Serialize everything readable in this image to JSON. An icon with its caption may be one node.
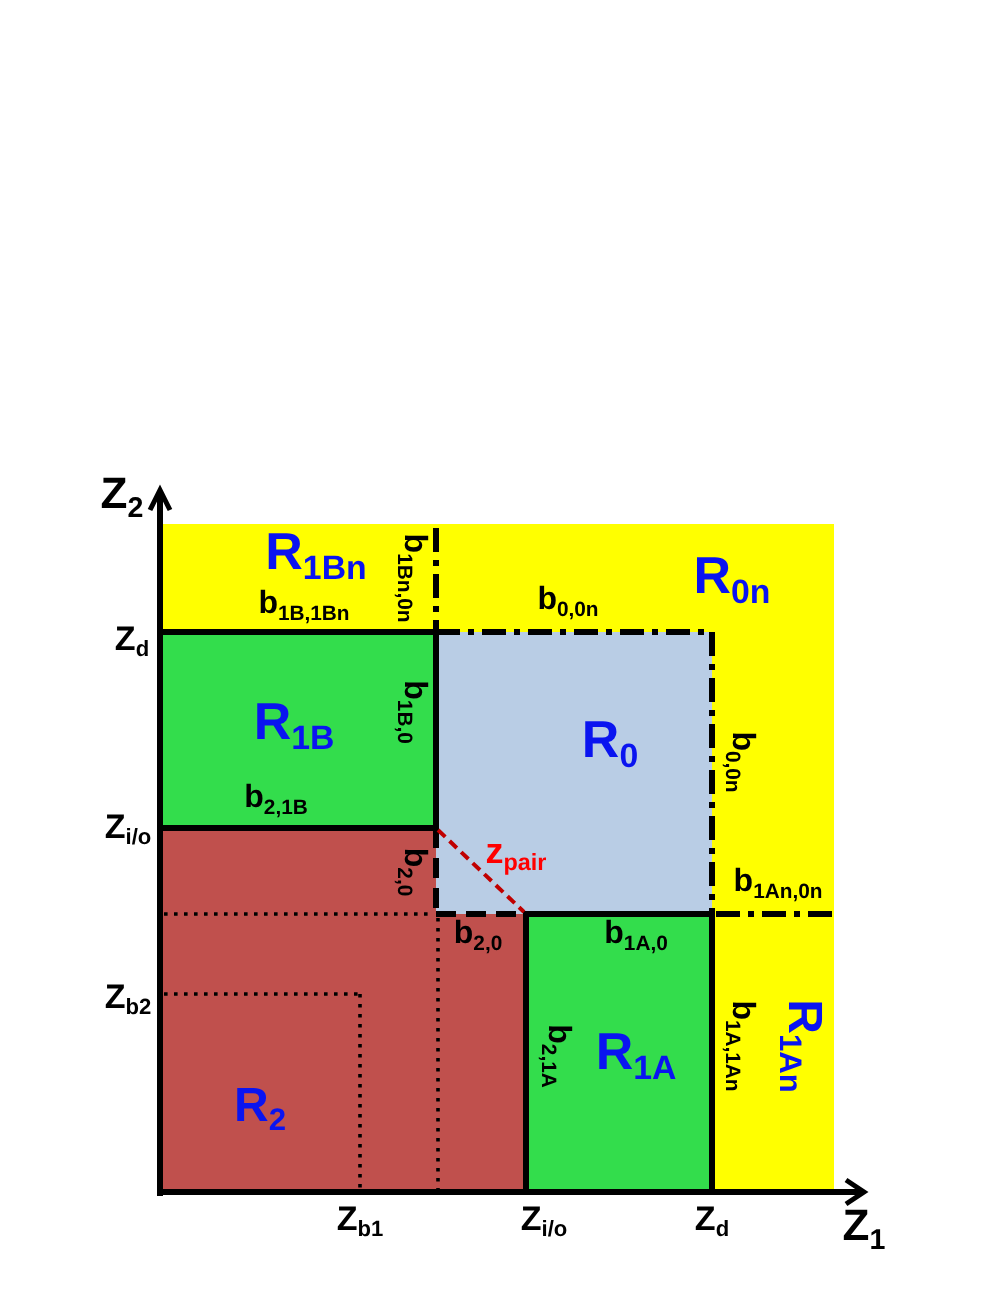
{
  "diagram": {
    "nodes": [
      {
        "text": [
          "R$_{1Bn}$",
          "R$_{0n}$",
          "R$_{1An}$"
        ]
      },
      {
        "text": [
          "R$_{1B}$"
        ],
        "in": 0
      },
      {
        "text": [
          "R$_{0}$"
        ],
        "in": 0
      },
      {
        "text": [
          "R$_{2}$"
        ],
        "in": 0
      },
      {
        "text": [
          "R$_{1A}$"
        ],
        "in": 0
      }
    ],
    "labels": [
      "Z$_{2}$",
      "b$_{1B,1Bn}$",
      "b$_{1Bn,0n}$",
      "b$_{0,0n}$",
      "Z$_{d}$",
      "b$_{1B,0}$",
      "b$_{0,0n}$",
      "b$_{2,1B}$",
      "Z$_{i/o}$",
      "b$_{2,0}$",
      "z$_{pair}$",
      "b$_{1An,0n}$",
      "b$_{2,0}$",
      "b$_{1A,0}$",
      "Z$_{b2}$",
      "b$_{2,1A}$",
      "b$_{1A,1An}$",
      "Z$_{b1}$",
      "Z$_{i/o}$",
      "Z$_{d}$",
      "Z$_{1}$"
    ]
  }
}
